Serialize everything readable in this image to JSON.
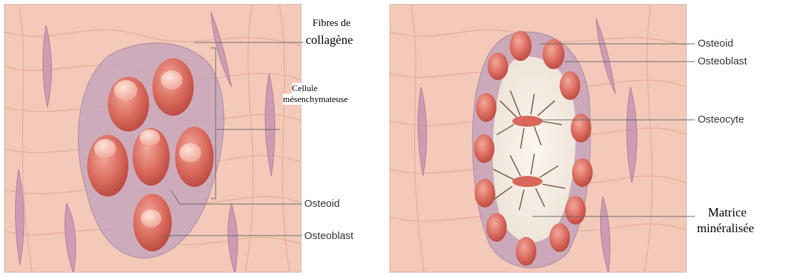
{
  "left_panel": {
    "labels": {
      "fibres_line1": "Fibres de",
      "fibres_line2": "collagène",
      "cellule_line1": "Cellule",
      "cellule_line2": "mésenchymateuse",
      "osteoid": "Osteoid",
      "osteoblast": "Osteoblast"
    }
  },
  "right_panel": {
    "labels": {
      "osteoid": "Osteoid",
      "osteoblast": "Osteoblast",
      "osteocyte": "Osteocyte",
      "matrice_line1": "Matrice",
      "matrice_line2": "minéralisée"
    }
  },
  "colors": {
    "tissue": "#f3c7b8",
    "fiber": "#e2a796",
    "cell": "#dc6f62",
    "cell_highlight": "#f6c1b4",
    "osteoid": "#c6a4b9",
    "matrix": "#f5eee6",
    "osteocyte": "#d9675b",
    "mesenchymal": "#c9a3b8"
  }
}
